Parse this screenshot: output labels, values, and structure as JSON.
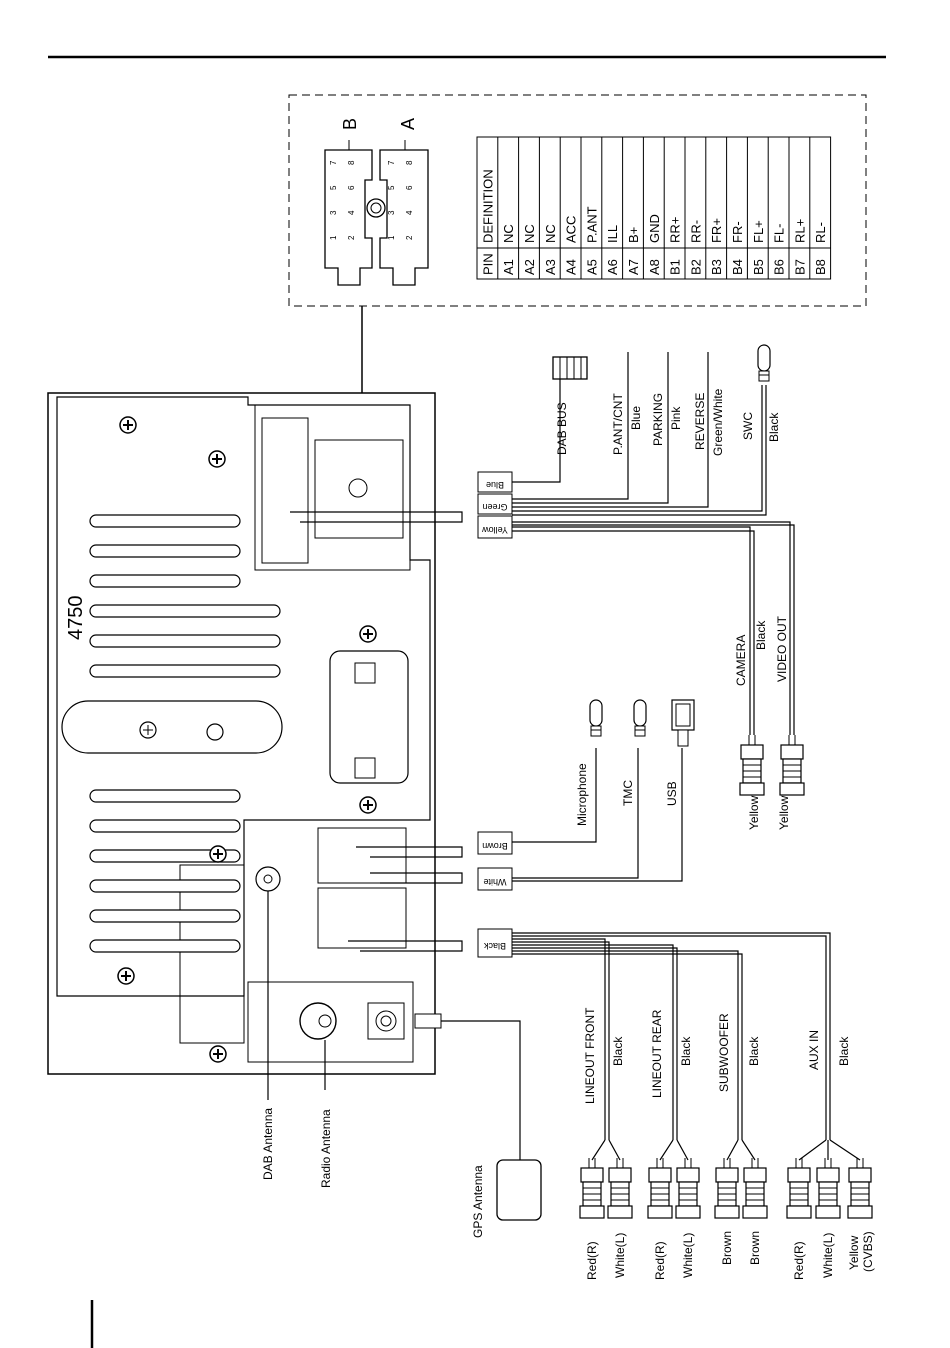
{
  "connector": {
    "label_b": "B",
    "label_a": "A"
  },
  "pin_table": {
    "header": {
      "pin": "PIN",
      "definition": "DEFINITION"
    },
    "rows": [
      {
        "pin": "A1",
        "def": "NC"
      },
      {
        "pin": "A2",
        "def": "NC"
      },
      {
        "pin": "A3",
        "def": "NC"
      },
      {
        "pin": "A4",
        "def": "ACC"
      },
      {
        "pin": "A5",
        "def": "P.ANT"
      },
      {
        "pin": "A6",
        "def": "ILL"
      },
      {
        "pin": "A7",
        "def": "B+"
      },
      {
        "pin": "A8",
        "def": "GND"
      },
      {
        "pin": "B1",
        "def": "RR+"
      },
      {
        "pin": "B2",
        "def": "RR-"
      },
      {
        "pin": "B3",
        "def": "FR+"
      },
      {
        "pin": "B4",
        "def": "FR-"
      },
      {
        "pin": "B5",
        "def": "FL+"
      },
      {
        "pin": "B6",
        "def": "FL-"
      },
      {
        "pin": "B7",
        "def": "RL+"
      },
      {
        "pin": "B8",
        "def": "RL-"
      }
    ]
  },
  "unit": {
    "model": "4750"
  },
  "harness_tags": {
    "blue": "Blue",
    "green": "Green",
    "yellow": "Yellow",
    "brown": "Brown",
    "white": "White",
    "black": "Black"
  },
  "leads_top": [
    {
      "name": "DAB BUS"
    },
    {
      "name": "P.ANT/CNT",
      "color": "Blue"
    },
    {
      "name": "PARKING",
      "color": "Pink"
    },
    {
      "name": "REVERSE",
      "color": "Green/White"
    },
    {
      "name": "SWC",
      "color": "Black"
    }
  ],
  "video": {
    "camera": "CAMERA",
    "video_out": "VIDEO OUT",
    "black": "Black",
    "yellow1": "Yellow",
    "yellow2": "Yellow"
  },
  "mid_leads": {
    "microphone": "Microphone",
    "tmc": "TMC",
    "usb": "USB"
  },
  "audio_groups": [
    {
      "name": "LINEOUT FRONT",
      "color": "Black",
      "plugs": [
        "Red(R)",
        "White(L)"
      ]
    },
    {
      "name": "LINEOUT REAR",
      "color": "Black",
      "plugs": [
        "Red(R)",
        "White(L)"
      ]
    },
    {
      "name": "SUBWOOFER",
      "color": "Black",
      "plugs": [
        "Brown",
        "Brown"
      ]
    },
    {
      "name": "AUX IN",
      "color": "Black",
      "plugs": [
        "Red(R)",
        "White(L)",
        "Yellow",
        "(CVBS)"
      ]
    }
  ],
  "antennas": {
    "dab": "DAB Antenna",
    "radio": "Radio Antenna",
    "gps": "GPS Antenna"
  }
}
